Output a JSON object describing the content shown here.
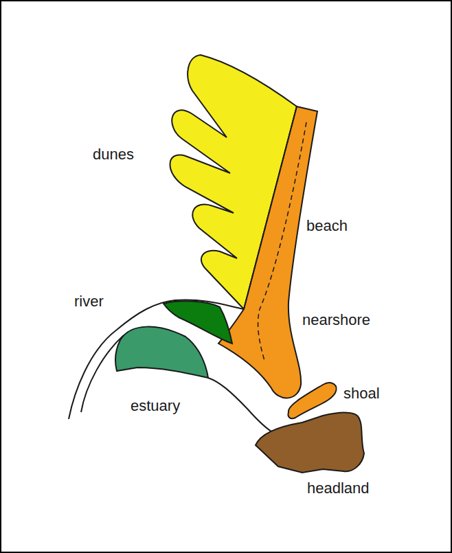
{
  "diagram": {
    "labels": [
      "dunes",
      "beach",
      "river",
      "nearshore",
      "shoal",
      "estuary",
      "headland"
    ]
  }
}
